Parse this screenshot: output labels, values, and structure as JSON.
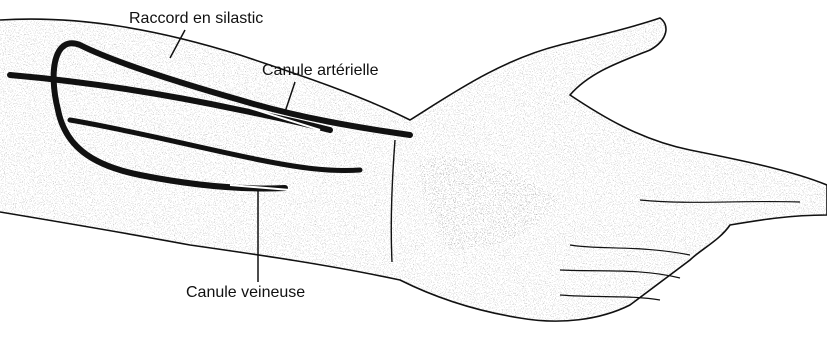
{
  "labels": {
    "raccord": "Raccord en silastic",
    "canule_arterielle": "Canule artérielle",
    "canule_veineuse": "Canule veineuse"
  },
  "colors": {
    "ink": "#111111",
    "background": "#ffffff"
  }
}
